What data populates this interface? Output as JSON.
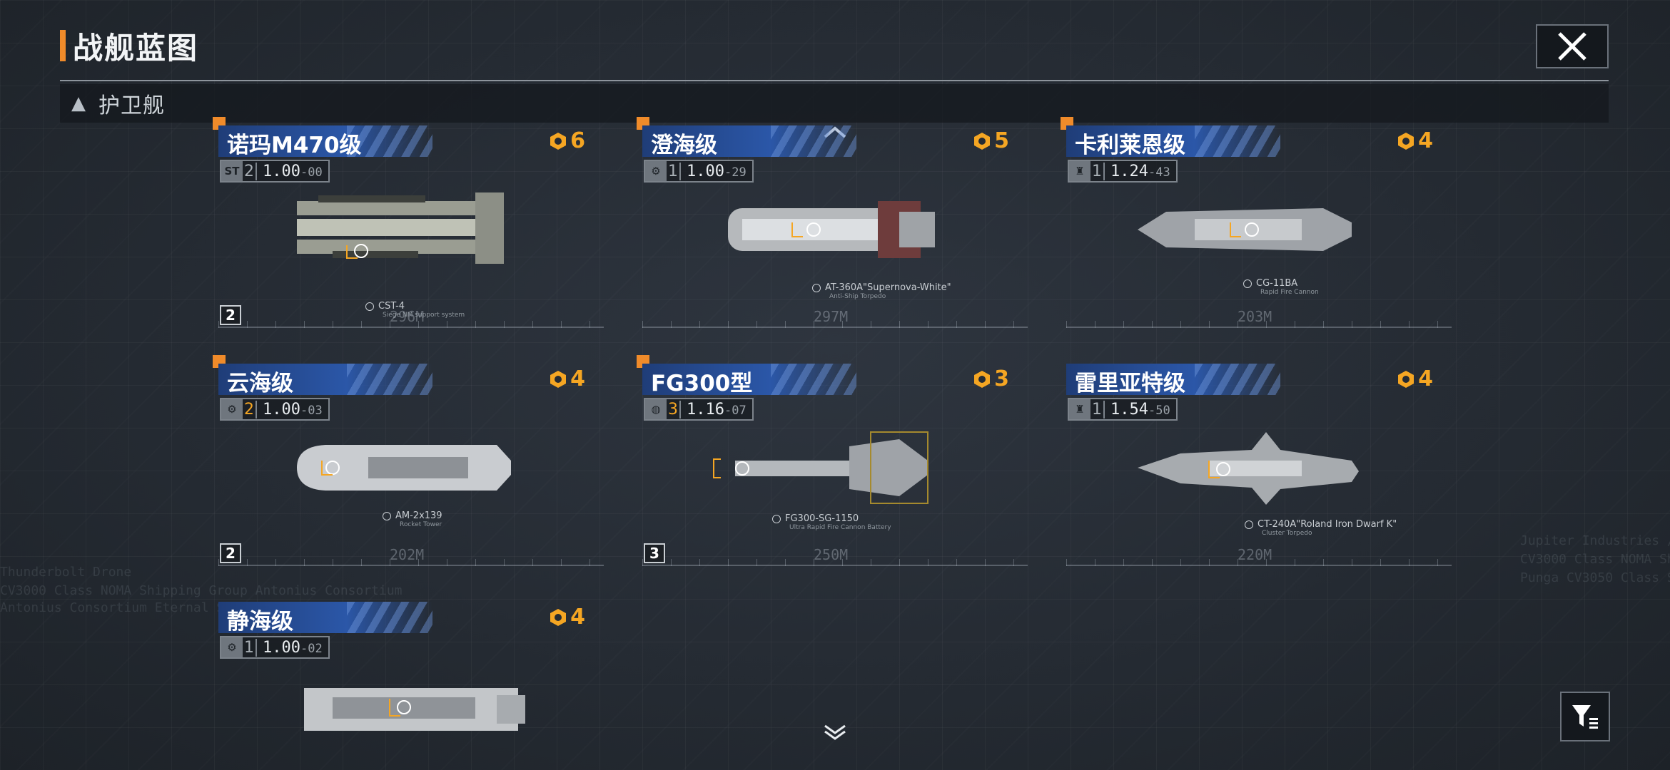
{
  "header": {
    "title": "战舰蓝图",
    "close_icon": "close-icon"
  },
  "category": {
    "label": "护卫舰",
    "icon": "triangle-up-icon"
  },
  "colors": {
    "accent": "#f08b2a",
    "cost": "#f5a623",
    "name_band": "#2b57a8"
  },
  "ships": [
    {
      "name": "诺玛M470级",
      "cost": "6",
      "stat_level": "2",
      "stat_main": "1.00",
      "stat_sub": "-00",
      "stat_icon": "ST",
      "level_gold": false,
      "length": "296M",
      "count": "2",
      "weapon": "CST-4",
      "weapon_sub": "Siege NM support system"
    },
    {
      "name": "澄海级",
      "cost": "5",
      "stat_level": "1",
      "stat_main": "1.00",
      "stat_sub": "-29",
      "stat_icon": "gear",
      "level_gold": false,
      "length": "297M",
      "count": "",
      "weapon": "AT-360A\"Supernova-White\"",
      "weapon_sub": "Anti-Ship Torpedo"
    },
    {
      "name": "卡利莱恩级",
      "cost": "4",
      "stat_level": "1",
      "stat_main": "1.24",
      "stat_sub": "-43",
      "stat_icon": "ship",
      "level_gold": false,
      "length": "203M",
      "count": "",
      "weapon": "CG-11BA",
      "weapon_sub": "Rapid Fire Cannon"
    },
    {
      "name": "云海级",
      "cost": "4",
      "stat_level": "2",
      "stat_main": "1.00",
      "stat_sub": "-03",
      "stat_icon": "gear",
      "level_gold": true,
      "length": "202M",
      "count": "2",
      "weapon": "AM-2x139",
      "weapon_sub": "Rocket Tower"
    },
    {
      "name": "FG300型",
      "cost": "3",
      "stat_level": "3",
      "stat_main": "1.16",
      "stat_sub": "-07",
      "stat_icon": "globe",
      "level_gold": true,
      "length": "250M",
      "count": "3",
      "weapon": "FG300-SG-1150",
      "weapon_sub": "Ultra Rapid Fire Cannon Battery"
    },
    {
      "name": "雷里亚特级",
      "cost": "4",
      "stat_level": "1",
      "stat_main": "1.54",
      "stat_sub": "-50",
      "stat_icon": "ship",
      "level_gold": false,
      "length": "220M",
      "count": "",
      "weapon": "CT-240A\"Roland Iron Dwarf K\"",
      "weapon_sub": "Cluster Torpedo"
    },
    {
      "name": "静海级",
      "cost": "4",
      "stat_level": "1",
      "stat_main": "1.00",
      "stat_sub": "-02",
      "stat_icon": "gear",
      "level_gold": false,
      "length": "",
      "count": "",
      "weapon": "",
      "weapon_sub": ""
    }
  ],
  "nav": {
    "scroll_up_icon": "chevron-up-icon",
    "scroll_down_icon": "chevron-down-icon",
    "filter_icon": "filter-icon"
  }
}
